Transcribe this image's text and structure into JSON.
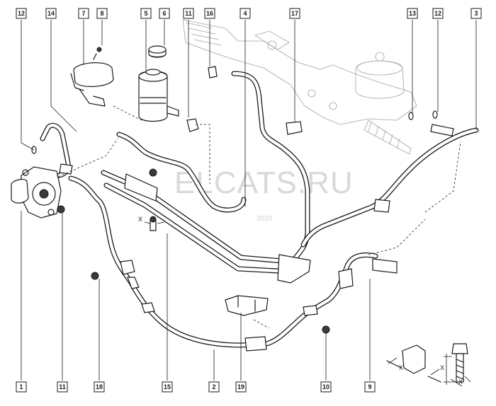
{
  "watermark": {
    "text": "ELCATS.RU",
    "subtext": "2020"
  },
  "callouts": [
    {
      "id": "callout-12-top-left",
      "label": "12"
    },
    {
      "id": "callout-14",
      "label": "14"
    },
    {
      "id": "callout-7",
      "label": "7"
    },
    {
      "id": "callout-8",
      "label": "8"
    },
    {
      "id": "callout-5",
      "label": "5"
    },
    {
      "id": "callout-6",
      "label": "6"
    },
    {
      "id": "callout-11-top",
      "label": "11"
    },
    {
      "id": "callout-16",
      "label": "16"
    },
    {
      "id": "callout-4",
      "label": "4"
    },
    {
      "id": "callout-17",
      "label": "17"
    },
    {
      "id": "callout-13",
      "label": "13"
    },
    {
      "id": "callout-12-top-right",
      "label": "12"
    },
    {
      "id": "callout-3",
      "label": "3"
    },
    {
      "id": "callout-1",
      "label": "1"
    },
    {
      "id": "callout-11-bottom",
      "label": "11"
    },
    {
      "id": "callout-18",
      "label": "18"
    },
    {
      "id": "callout-15",
      "label": "15"
    },
    {
      "id": "callout-2",
      "label": "2"
    },
    {
      "id": "callout-19",
      "label": "19"
    },
    {
      "id": "callout-10",
      "label": "10"
    },
    {
      "id": "callout-9",
      "label": "9"
    }
  ],
  "dimension_marks": {
    "x": "X"
  }
}
